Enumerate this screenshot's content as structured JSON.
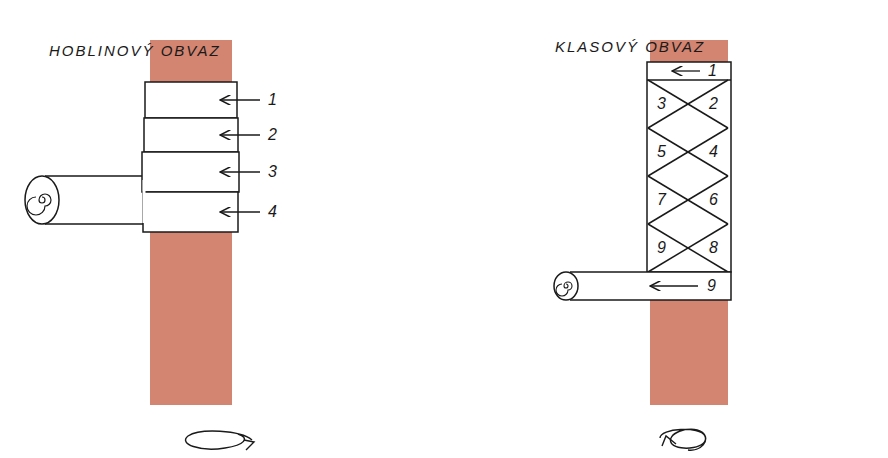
{
  "diagram": {
    "labels": [
      "HOBLINOVÝ OBVAZ",
      "KLASOVÝ OBVAZ",
      "1",
      "2",
      "3",
      "4",
      "1",
      "3",
      "2",
      "5",
      "4",
      "7",
      "6",
      "9",
      "8",
      "9"
    ]
  }
}
